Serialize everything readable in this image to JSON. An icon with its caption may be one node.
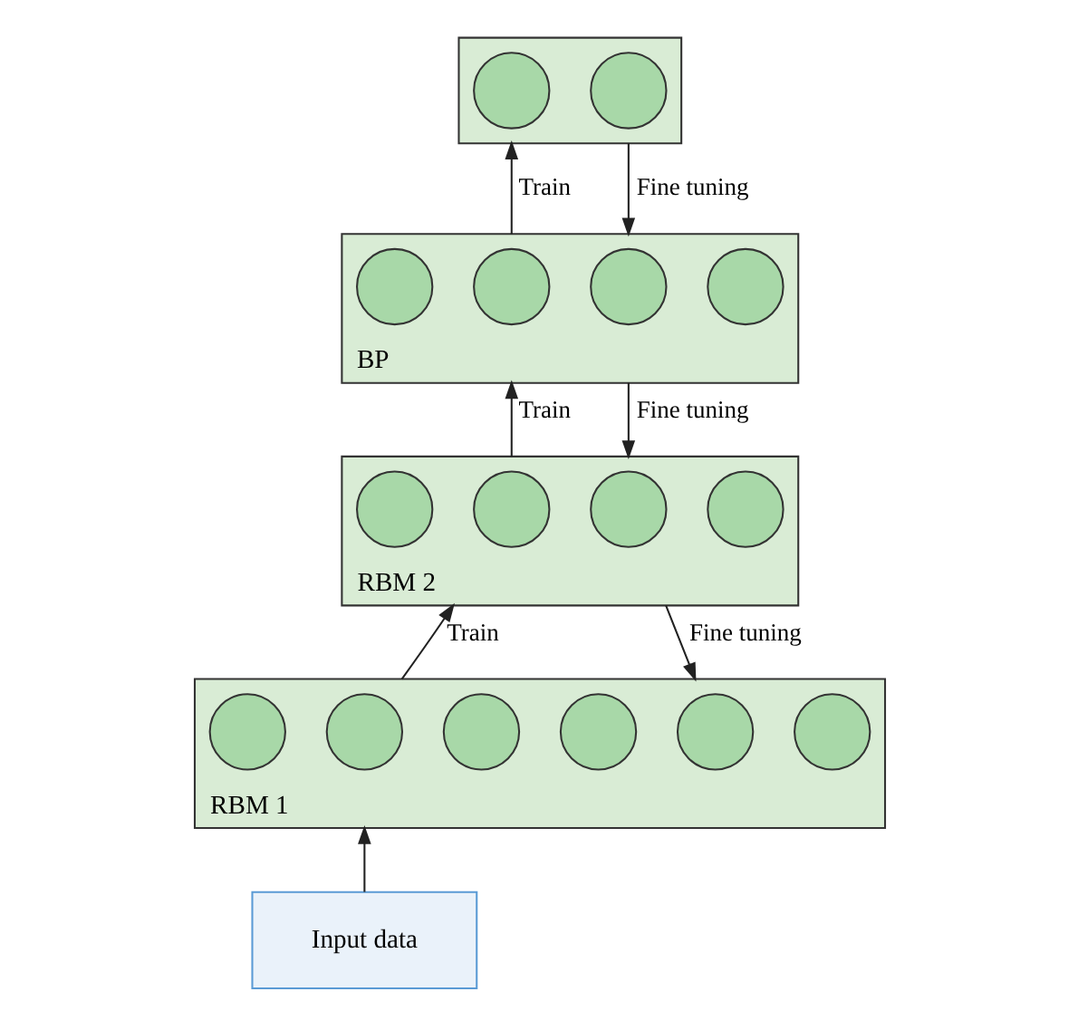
{
  "diagram": {
    "nodes": [
      {
        "text": [],
        "shape": "box"
      },
      {
        "text": [],
        "shape": "circle",
        "in": 0
      },
      {
        "text": [],
        "shape": "circle",
        "in": 0
      },
      {
        "text": [
          "BP"
        ]
      },
      {
        "text": [],
        "shape": "circle",
        "in": 3
      },
      {
        "text": [],
        "shape": "circle",
        "in": 3
      },
      {
        "text": [],
        "shape": "circle",
        "in": 3
      },
      {
        "text": [],
        "shape": "circle",
        "in": 3
      },
      {
        "text": [
          "RBM 2"
        ]
      },
      {
        "text": [],
        "shape": "circle",
        "in": 8
      },
      {
        "text": [],
        "shape": "circle",
        "in": 8
      },
      {
        "text": [],
        "shape": "circle",
        "in": 8
      },
      {
        "text": [],
        "shape": "circle",
        "in": 8
      },
      {
        "text": [
          "RBM 1"
        ]
      },
      {
        "text": [],
        "shape": "circle",
        "in": 13
      },
      {
        "text": [],
        "shape": "circle",
        "in": 13
      },
      {
        "text": [],
        "shape": "circle",
        "in": 13
      },
      {
        "text": [],
        "shape": "circle",
        "in": 13
      },
      {
        "text": [],
        "shape": "circle",
        "in": 13
      },
      {
        "text": [],
        "shape": "circle",
        "in": 13
      },
      {
        "text": [
          "Input data"
        ]
      }
    ],
    "edges": [
      {
        "from": 3,
        "to": 0,
        "arrow": "to",
        "label": "Train"
      },
      {
        "from": 0,
        "to": 3,
        "arrow": "to",
        "label": "Fine tuning"
      },
      {
        "from": 8,
        "to": 3,
        "arrow": "to",
        "label": "Train"
      },
      {
        "from": 3,
        "to": 8,
        "arrow": "to",
        "label": "Fine tuning"
      },
      {
        "from": 13,
        "to": 8,
        "arrow": "to",
        "label": "Train"
      },
      {
        "from": 8,
        "to": 13,
        "arrow": "to",
        "label": "Fine tuning"
      },
      {
        "from": 20,
        "to": 13,
        "arrow": "to"
      }
    ]
  }
}
